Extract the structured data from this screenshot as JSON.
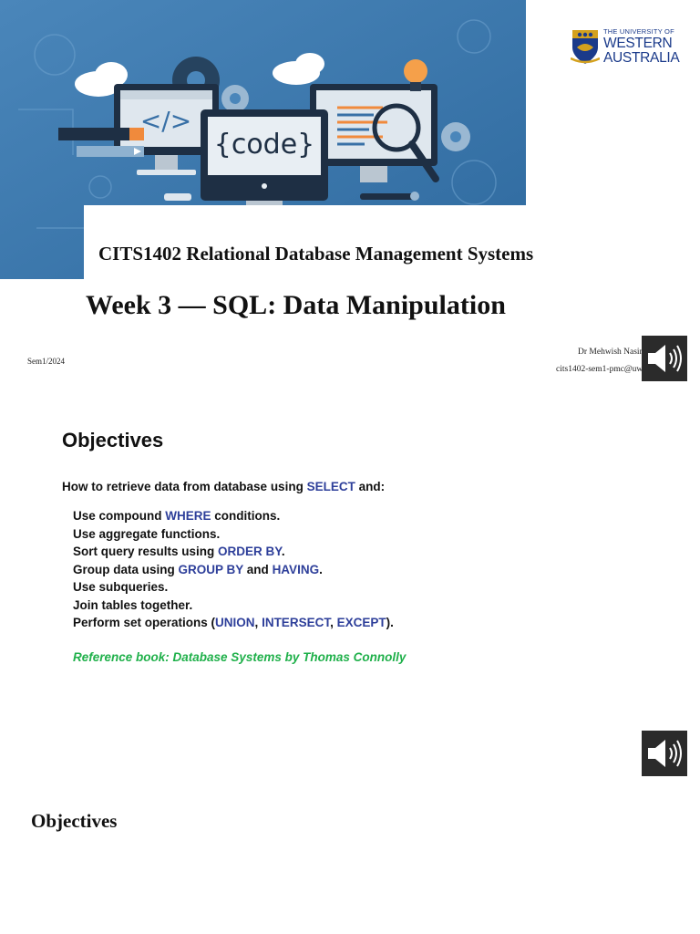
{
  "slide1": {
    "course_title": "CITS1402 Relational Database Management Systems",
    "week_title": "Week 3 — SQL: Data Manipulation",
    "semester": "Sem1/2024",
    "author_name": "Dr Mehwish Nasim",
    "author_email": "cits1402-sem1-pmc@uwa.edu.au",
    "logo": {
      "line1": "THE UNIVERSITY OF",
      "line2": "WESTERN",
      "line3": "AUSTRALIA",
      "icon": "uwa-crest-icon"
    },
    "banner": {
      "code_tag": "</>",
      "code_label": "{code}",
      "icons": [
        "monitor-icon",
        "gear-icon",
        "cloud-icon",
        "lightbulb-icon",
        "magnifier-icon",
        "wrench-icon"
      ]
    },
    "audio_icon": "speaker-icon"
  },
  "slide2": {
    "heading": "Objectives",
    "intro_prefix": "How to retrieve data from database using ",
    "intro_kw": "SELECT",
    "intro_suffix": " and:",
    "items": [
      {
        "a": "Use compound ",
        "k1": "WHERE",
        "b": " conditions."
      },
      {
        "a": "Use aggregate functions."
      },
      {
        "a": "Sort query results using ",
        "k1": "ORDER BY",
        "b": "."
      },
      {
        "a": "Group data using ",
        "k1": "GROUP BY",
        "b": " and ",
        "k2": "HAVING",
        "c": "."
      },
      {
        "a": "Use subqueries."
      },
      {
        "a": "Join tables together."
      },
      {
        "a": "Perform set operations (",
        "k1": "UNION",
        "b": ", ",
        "k2": "INTERSECT",
        "c": ", ",
        "k3": "EXCEPT",
        "d": ")."
      }
    ],
    "reference": "Reference book: Database Systems by Thomas Connolly",
    "audio_icon": "speaker-icon"
  },
  "slide3": {
    "heading": "Objectives"
  },
  "colors": {
    "banner_blue": "#3d78ac",
    "keyword_blue": "#2e3f9a",
    "reference_green": "#1fb04a",
    "logo_blue": "#1a3a8a",
    "logo_gold": "#d4a11e"
  }
}
